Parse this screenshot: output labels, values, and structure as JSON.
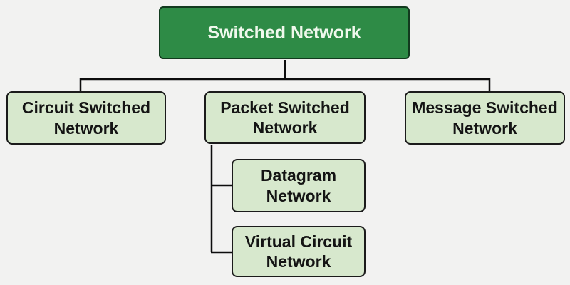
{
  "diagram": {
    "type": "tree",
    "title": "Switched Network",
    "tree": {
      "label": "Switched Network",
      "children": [
        {
          "label": "Circuit Switched\nNetwork"
        },
        {
          "label": "Packet Switched\nNetwork",
          "children": [
            {
              "label": "Datagram\nNetwork"
            },
            {
              "label": "Virtual Circuit\nNetwork"
            }
          ]
        },
        {
          "label": "Message Switched\nNetwork"
        }
      ]
    }
  },
  "colors": {
    "background": "#f2f2f1",
    "line": "#0d0d0d",
    "root_fill": "#2e8b46",
    "root_border": "#123a1e",
    "root_text": "#eff8ec",
    "node_fill": "#d7e8cd",
    "node_border": "#1b1b1b",
    "node_text": "#141414"
  }
}
